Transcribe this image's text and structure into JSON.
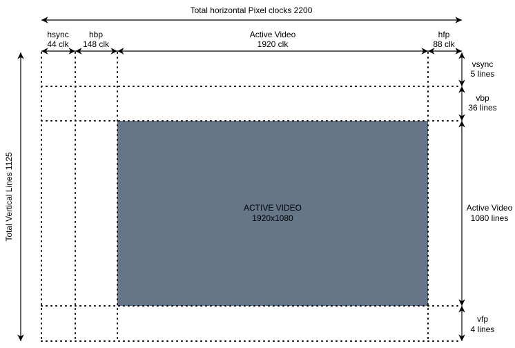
{
  "title": "Total horizontal Pixel clocks 2200",
  "vertical_total": "Total Vertical Lines 1125",
  "columns": [
    {
      "name": "hsync",
      "value": "44 clk"
    },
    {
      "name": "hbp",
      "value": "148 clk"
    },
    {
      "name": "Active Video",
      "value": "1920 clk"
    },
    {
      "name": "hfp",
      "value": "88 clk"
    }
  ],
  "rows": [
    {
      "name": "vsync",
      "value": "5 lines"
    },
    {
      "name": "vbp",
      "value": "36 lines"
    },
    {
      "name": "Active Video",
      "value": "1080 lines"
    },
    {
      "name": "vfp",
      "value": "4 lines"
    }
  ],
  "active_box": {
    "label": "ACTIVE VIDEO",
    "resolution": "1920x1080"
  },
  "colors": {
    "active_fill": "#647687"
  }
}
